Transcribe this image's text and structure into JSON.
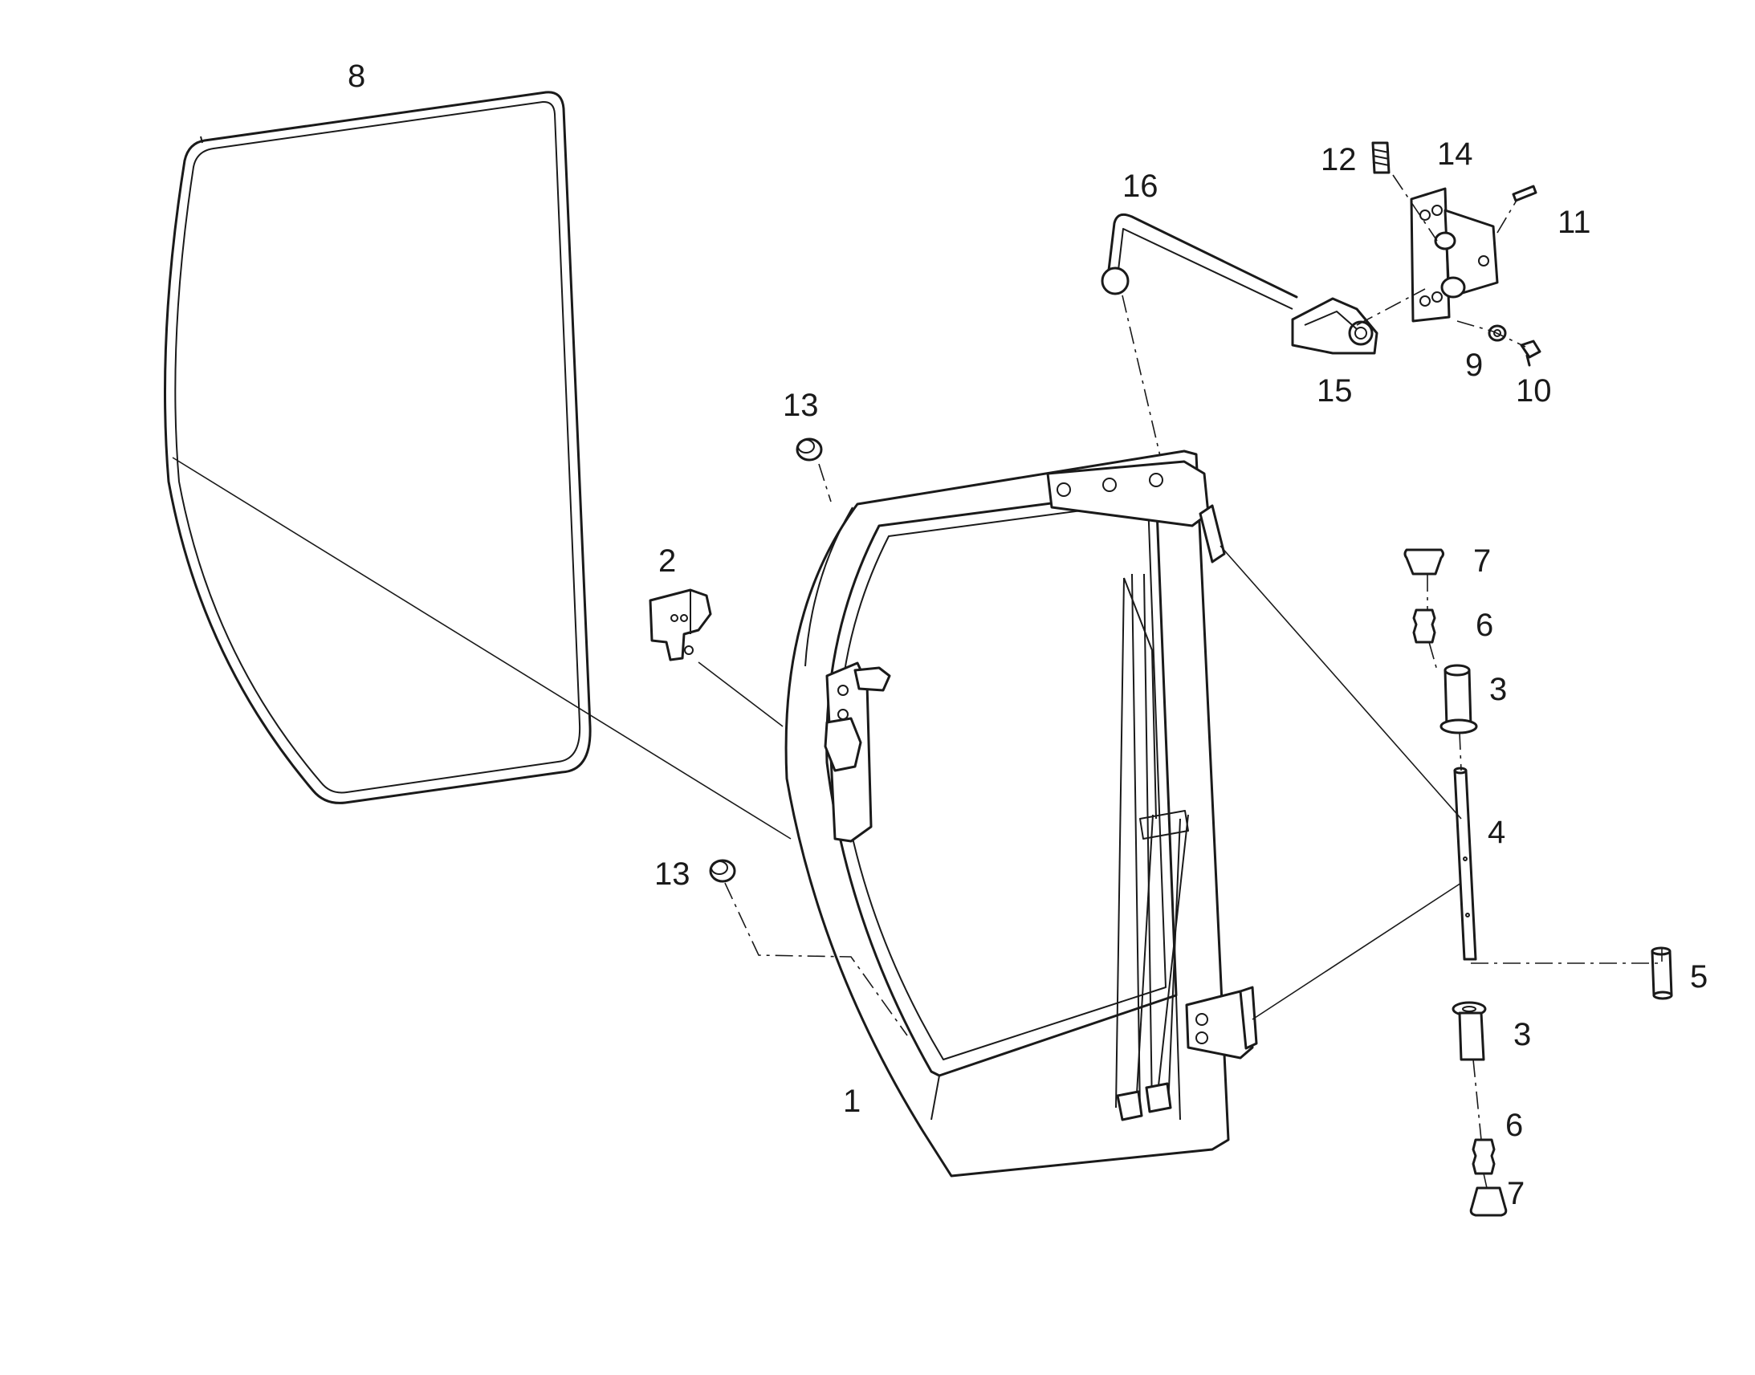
{
  "diagram": {
    "callouts": {
      "c1": "1",
      "c2": "2",
      "c3a": "3",
      "c3b": "3",
      "c4": "4",
      "c5": "5",
      "c6a": "6",
      "c6b": "6",
      "c7a": "7",
      "c7b": "7",
      "c8": "8",
      "c9": "9",
      "c10": "10",
      "c11": "11",
      "c12": "12",
      "c13a": "13",
      "c13b": "13",
      "c14": "14",
      "c15": "15",
      "c16": "16"
    }
  }
}
